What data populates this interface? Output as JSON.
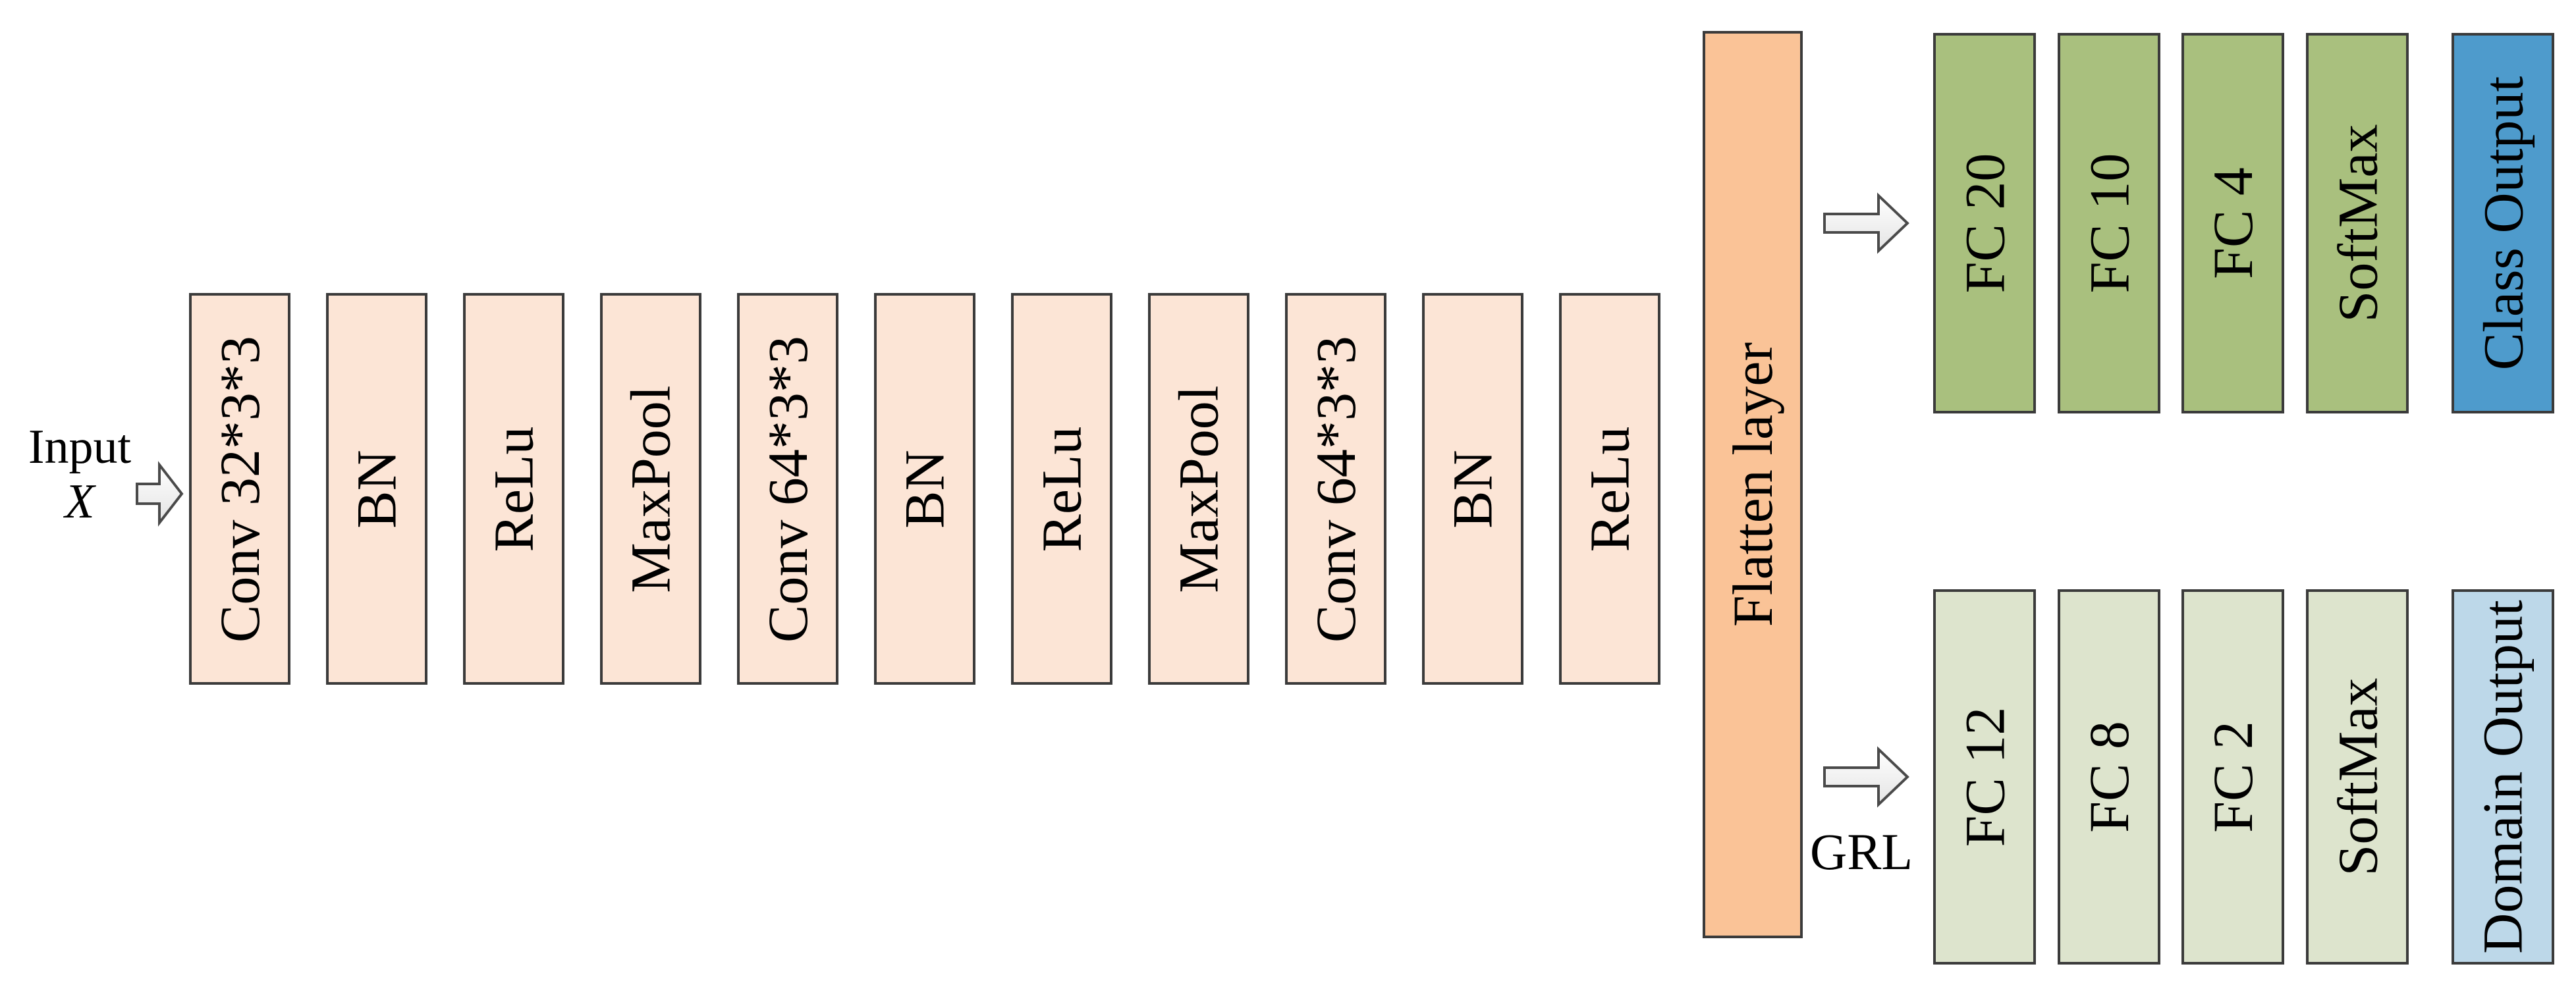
{
  "colors": {
    "peach": "#FCE5D6",
    "flatten_orange": "#FAC397",
    "olive_green": "#A9C07E",
    "sage_green": "#DDE4CD",
    "class_blue": "#4E9BCC",
    "domain_blue": "#BDD8E9",
    "border_gray": "#3B3B3B",
    "arrow_outline": "#4A4A4A",
    "arrow_fill_light": "#FFFFFF",
    "arrow_fill_shade": "#E4E4E4",
    "text": "#000000"
  },
  "icons": {
    "input_arrow": "right-arrow",
    "class_branch_arrow": "right-arrow",
    "domain_branch_arrow": "right-arrow"
  },
  "input": {
    "label": "Input",
    "symbol": "X"
  },
  "backbone_layers": [
    "Conv 32*3*3",
    "BN",
    "ReLu",
    "MaxPool",
    "Conv 64*3*3",
    "BN",
    "ReLu",
    "MaxPool",
    "Conv 64*3*3",
    "BN",
    "ReLu"
  ],
  "flatten": {
    "label": "Flatten layer"
  },
  "class_branch": {
    "layers": [
      "FC 20",
      "FC 10",
      "FC 4",
      "SoftMax"
    ],
    "output_label": "Class Output"
  },
  "domain_branch": {
    "grl_label": "GRL",
    "layers": [
      "FC 12",
      "FC 8",
      "FC 2",
      "SoftMax"
    ],
    "output_label": "Domain Output"
  }
}
